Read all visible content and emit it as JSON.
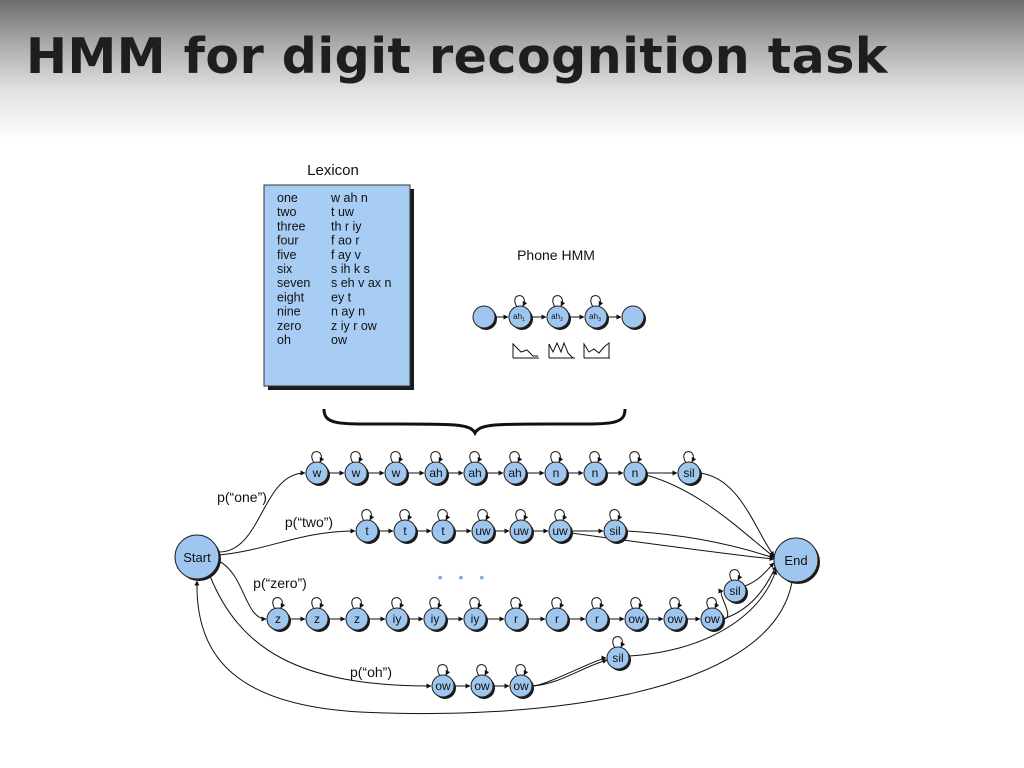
{
  "title": "HMM for digit recognition task",
  "lexicon": {
    "heading": "Lexicon",
    "entries": [
      {
        "word": "one",
        "phones": "w ah n"
      },
      {
        "word": "two",
        "phones": "t uw"
      },
      {
        "word": "three",
        "phones": "th r iy"
      },
      {
        "word": "four",
        "phones": "f ao r"
      },
      {
        "word": "five",
        "phones": "f ay v"
      },
      {
        "word": "six",
        "phones": "s ih k s"
      },
      {
        "word": "seven",
        "phones": "s eh v ax n"
      },
      {
        "word": "eight",
        "phones": "ey t"
      },
      {
        "word": "nine",
        "phones": "n ay n"
      },
      {
        "word": "zero",
        "phones": "z iy r ow"
      },
      {
        "word": "oh",
        "phones": "ow"
      }
    ],
    "box_color": "#a8cdf5"
  },
  "phone_hmm": {
    "heading": "Phone HMM",
    "states": [
      {
        "base": "ah",
        "sub": "1"
      },
      {
        "base": "ah",
        "sub": "2"
      },
      {
        "base": "ah",
        "sub": "3"
      }
    ]
  },
  "network": {
    "start_label": "Start",
    "end_label": "End",
    "ellipsis": "• • •",
    "node_color": "#9ec6ee",
    "words": [
      {
        "prob_label": "p(“one”)",
        "states": [
          "w",
          "w",
          "w",
          "ah",
          "ah",
          "ah",
          "n",
          "n",
          "n"
        ],
        "sil": "sil"
      },
      {
        "prob_label": "p(“two”)",
        "states": [
          "t",
          "t",
          "t",
          "uw",
          "uw",
          "uw"
        ],
        "sil": "sil"
      },
      {
        "prob_label": "p(“zero”)",
        "states": [
          "z",
          "z",
          "z",
          "iy",
          "iy",
          "iy",
          "r",
          "r",
          "r",
          "ow",
          "ow",
          "ow"
        ],
        "sil": "sil"
      },
      {
        "prob_label": "p(“oh”)",
        "states": [
          "ow",
          "ow",
          "ow"
        ],
        "sil": "sil"
      }
    ]
  }
}
